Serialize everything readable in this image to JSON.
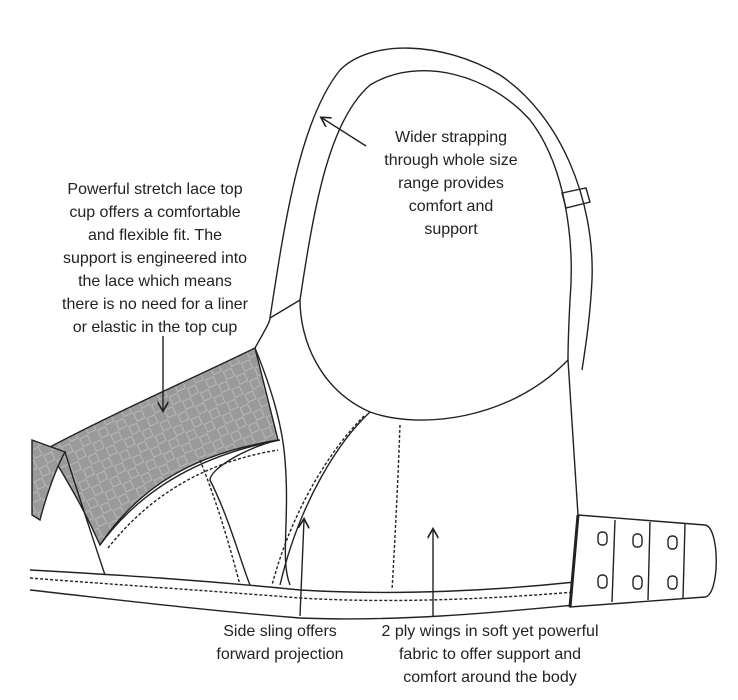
{
  "annotations": {
    "strap": [
      "Wider strapping",
      "through whole size",
      "range provides",
      "comfort and",
      "support"
    ],
    "lace": [
      "Powerful stretch lace top",
      "cup offers a comfortable",
      "and flexible fit. The",
      "support is engineered into",
      "the lace which means",
      "there is no need for a liner",
      "or elastic in the top cup"
    ],
    "sling": [
      "Side sling offers",
      "forward projection"
    ],
    "wings": [
      "2 ply wings in soft yet powerful",
      "fabric to offer support and",
      "comfort around the body"
    ]
  },
  "colors": {
    "line": "#222222",
    "lace": "#9a9a9a"
  }
}
